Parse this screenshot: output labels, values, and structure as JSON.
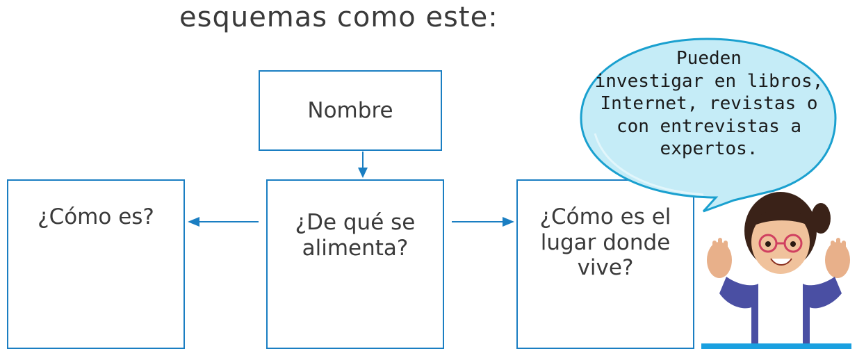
{
  "intro": {
    "text": "esquemas como este:"
  },
  "diagram": {
    "top_box": "Nombre",
    "left_box": "¿Cómo es?",
    "center_box_lines": [
      "¿De qué se",
      "alimenta?"
    ],
    "right_box_lines": [
      "¿Cómo es el",
      "lugar donde",
      "vive?"
    ]
  },
  "speech_bubble": {
    "lines": [
      "Pueden",
      "investigar en libros,",
      "Internet, revistas o",
      "con entrevistas a",
      "expertos."
    ]
  },
  "colors": {
    "box_border": "#1a7ec2",
    "arrow": "#1a7ec2",
    "bubble_fill": "#c5ecf7",
    "bubble_border": "#1aa0cf",
    "text": "#3a3a3a"
  }
}
